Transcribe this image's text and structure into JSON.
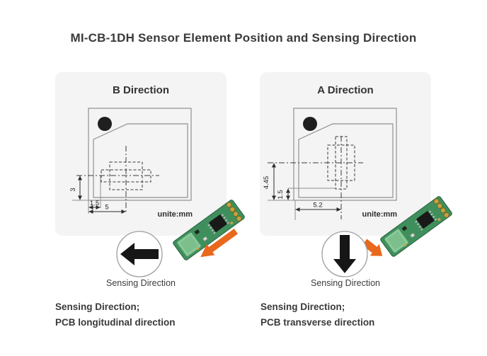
{
  "title": "MI-CB-1DH Sensor Element Position and Sensing Direction",
  "panels": {
    "b": {
      "heading": "B Direction",
      "unit": "unite:mm",
      "dim_vertical": "3",
      "dim_offset": "1.5",
      "dim_horizontal": "5",
      "sensing_label": "Sensing Direction",
      "caption1": "Sensing Direction;",
      "caption2": "PCB longitudinal direction"
    },
    "a": {
      "heading": "A Direction",
      "unit": "unite:mm",
      "dim_vertical": "4.45",
      "dim_offset": "1.5",
      "dim_horizontal": "5.2",
      "sensing_label": "Sensing Direction",
      "caption1": "Sensing Direction;",
      "caption2": "PCB transverse direction"
    }
  },
  "colors": {
    "panel_bg": "#f4f4f4",
    "outline_gray": "#8f8f8f",
    "line_dark": "#2b2b2b",
    "text": "#3a3a3a",
    "orange_arrow": "#e8681c",
    "pcb_green": "#3f8f5c",
    "sensor_window_green": "#8ccb9b",
    "pad_gold": "#c9a23c",
    "hole_black": "#1f1f1f"
  }
}
